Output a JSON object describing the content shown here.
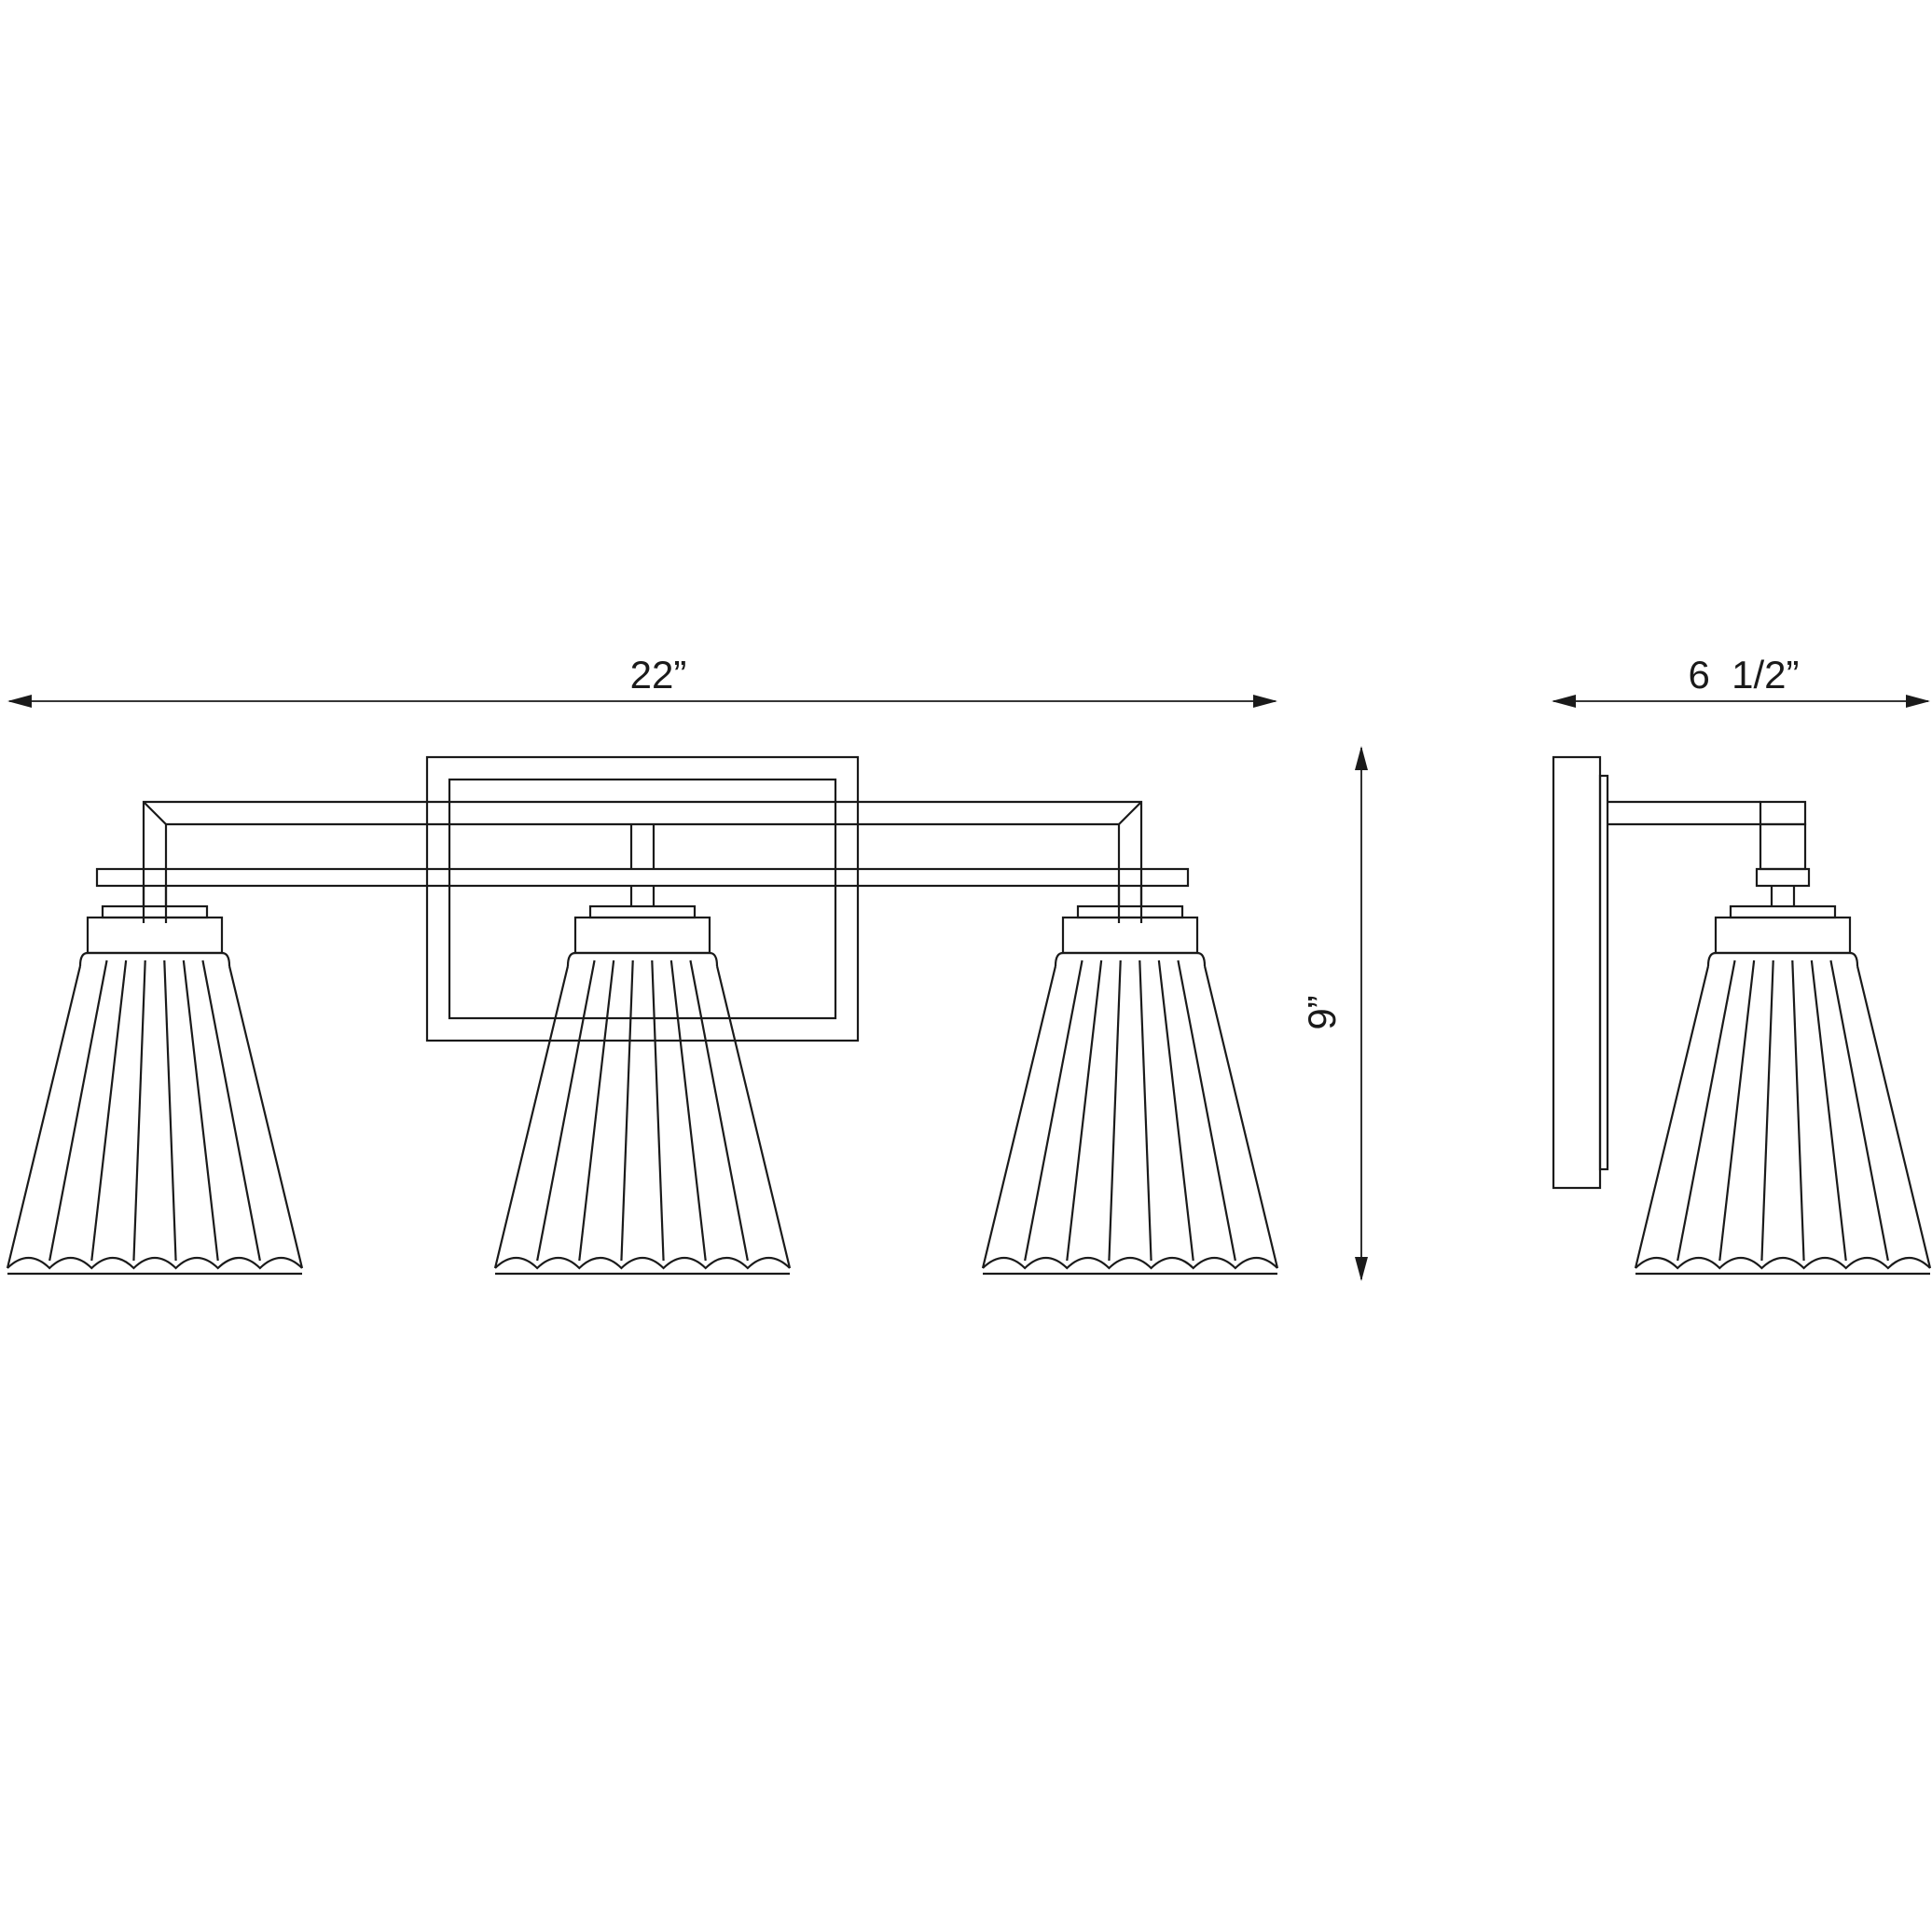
{
  "dimensions": {
    "width_label": "22”",
    "height_label": "9”",
    "depth_label": "6  1/2”"
  },
  "colors": {
    "line": "#1a1a1a",
    "background": "#ffffff"
  }
}
